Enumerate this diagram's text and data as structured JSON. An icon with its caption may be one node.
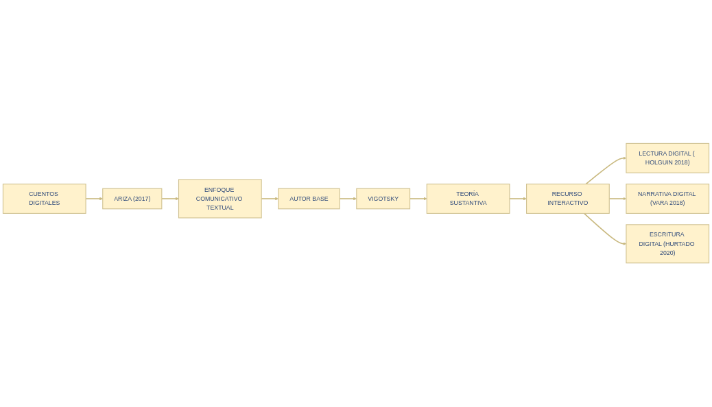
{
  "diagram": {
    "nodes": [
      {
        "text": [
          "CUENTOS DIGITALES"
        ]
      },
      {
        "text": [
          "ARIZA (2017)"
        ]
      },
      {
        "text": [
          "ENFOQUE COMUNICATIVO TEXTUAL"
        ]
      },
      {
        "text": [
          "AUTOR BASE"
        ]
      },
      {
        "text": [
          "VIGOTSKY"
        ]
      },
      {
        "text": [
          "TEORÍA SUSTANTIVA"
        ]
      },
      {
        "text": [
          "RECURSO INTERACTIVO"
        ]
      },
      {
        "text": [
          "LECTURA DIGITAL ( HOLGUIN 2018)"
        ]
      },
      {
        "text": [
          "NARRATIVA DIGITAL (VARA 2018)"
        ]
      },
      {
        "text": [
          "ESCRITURA DIGITAL (HURTADO 2020)"
        ]
      }
    ],
    "edges": [
      {
        "from": 0,
        "to": 1,
        "arrow": "to"
      },
      {
        "from": 1,
        "to": 2,
        "arrow": "to"
      },
      {
        "from": 2,
        "to": 3,
        "arrow": "to"
      },
      {
        "from": 3,
        "to": 4,
        "arrow": "to"
      },
      {
        "from": 4,
        "to": 5,
        "arrow": "to"
      },
      {
        "from": 5,
        "to": 6,
        "arrow": "to"
      },
      {
        "from": 6,
        "to": 7,
        "arrow": "to"
      },
      {
        "from": 6,
        "to": 8,
        "arrow": "to"
      },
      {
        "from": 6,
        "to": 9,
        "arrow": "to"
      }
    ]
  }
}
